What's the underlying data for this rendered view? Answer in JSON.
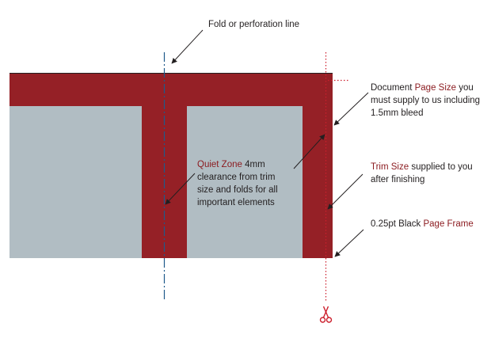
{
  "colors": {
    "accent": "#8b1a1f",
    "bleed_fill": "#952026",
    "panel_fill": "#b1bdc3",
    "fold_line": "#1f5a8a",
    "trim_line": "#cc1f2d",
    "frame_line": "#231f20",
    "text": "#231f20"
  },
  "icons": {
    "trim_mark": "scissors-icon"
  },
  "labels": {
    "fold": {
      "text": "Fold or perforation line"
    },
    "doc_size": {
      "pre": "Document ",
      "highlight": "Page Size",
      "line1_post": " you",
      "line2": "must supply to us including",
      "line3": "1.5mm bleed"
    },
    "trim_size": {
      "highlight": "Trim Size",
      "line1_post": " supplied to you",
      "line2": "after finishing"
    },
    "page_frame": {
      "pre": "0.25pt Black ",
      "highlight": "Page Frame"
    },
    "quiet_zone": {
      "highlight": "Quiet Zone",
      "line1_post": " 4mm",
      "line2": "clearance from trim",
      "line3": "size and folds for all",
      "line4": "important elements"
    }
  }
}
